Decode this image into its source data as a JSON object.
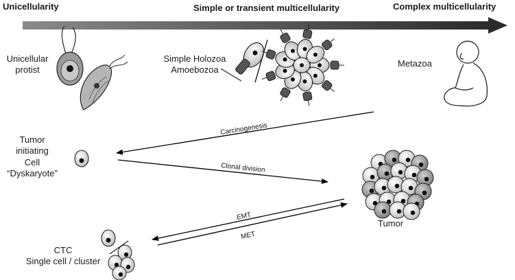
{
  "headers": {
    "left": "Unicellularity",
    "middle": "Simple or transient multicellularity",
    "right": "Complex multicellularity"
  },
  "organisms": {
    "protist": [
      "Unicellular",
      "protist"
    ],
    "holozoa": [
      "Simple Holozoa",
      "Amoebozoa"
    ],
    "metazoa": "Metazoa"
  },
  "cells": {
    "tumor_initiating": [
      "Tumor",
      "initiating",
      "Cell",
      "“Dyskaryote”"
    ],
    "tumor": "Tumor",
    "ctc": [
      "CTC",
      "Single cell / cluster"
    ]
  },
  "arrows": {
    "carcinogenesis": "Carcinogenesis",
    "clonal_division": "Clonal division",
    "emt": "EMT",
    "met": "MET"
  },
  "colors": {
    "gradient_start": "#6e6e6e",
    "gradient_end": "#2b2b2b",
    "cell_fill": "#d9d9d9",
    "nucleus": "#111111",
    "line": "#000000"
  }
}
